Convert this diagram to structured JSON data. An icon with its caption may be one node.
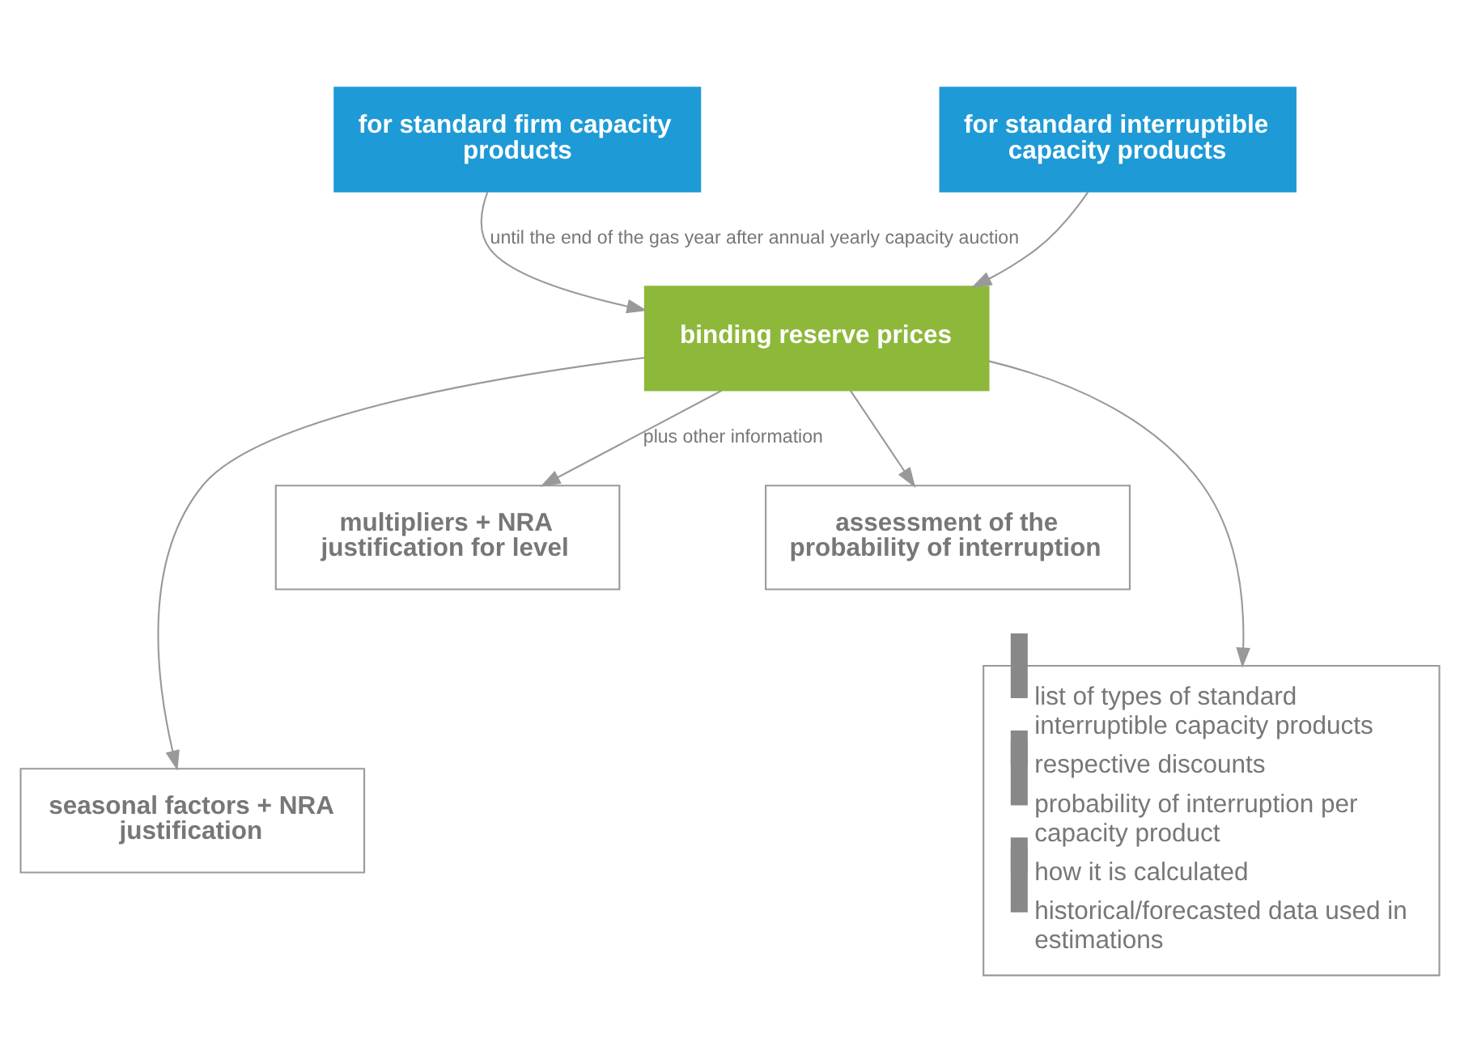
{
  "diagram": {
    "nodes": [
      {
        "text": [
          "for standard firm capacity products"
        ]
      },
      {
        "text": [
          "for standard interruptible capacity products"
        ]
      },
      {
        "text": [
          "binding reserve prices"
        ]
      },
      {
        "text": [
          "multipliers + NRA justification for level"
        ]
      },
      {
        "text": [
          "assessment of the probability of interruption"
        ]
      },
      {
        "text": [
          "seasonal factors + NRA justification"
        ]
      },
      {
        "text": [
          "list of types of standard interruptible capacity products",
          "respective discounts",
          "probability of interruption per capacity product",
          "how it is calculated",
          "historical/forecasted data used in estimations"
        ]
      }
    ],
    "edges": [
      {
        "from": 0,
        "to": 2,
        "arrow": "to",
        "label": "until the end of the gas year after annual yearly capacity auction"
      },
      {
        "from": 1,
        "to": 2,
        "arrow": "to"
      },
      {
        "from": 2,
        "to": 3,
        "arrow": "to",
        "label": "plus other information"
      },
      {
        "from": 2,
        "to": 4,
        "arrow": "to"
      },
      {
        "from": 2,
        "to": 5,
        "arrow": "to"
      },
      {
        "from": 2,
        "to": 6,
        "arrow": "to"
      }
    ]
  }
}
